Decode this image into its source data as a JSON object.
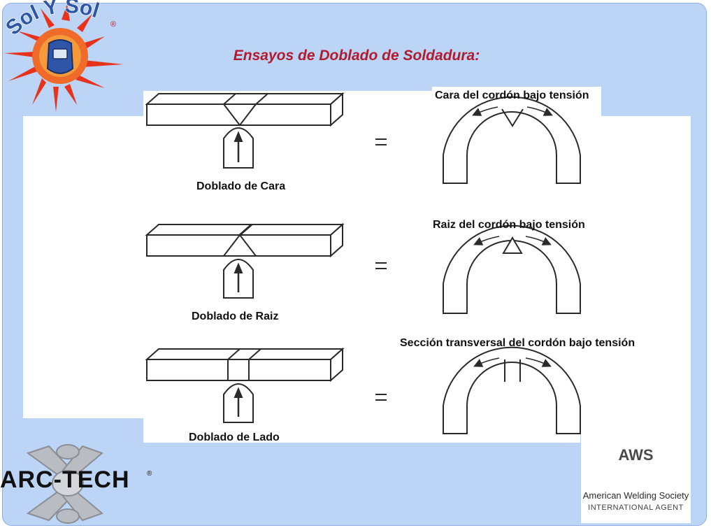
{
  "title": "Ensayos de Doblado de Soldadura:",
  "tests": [
    {
      "name": "Doblado de Cara",
      "result": "Cara del cordón bajo tensión"
    },
    {
      "name": "Doblado de Raiz",
      "result": "Raiz del cordón bajo tensión"
    },
    {
      "name": "Doblado de Lado",
      "result": "Sección transversal del cordón bajo tensión"
    }
  ],
  "equals": "=",
  "logos": {
    "solysol": "Sol Y Sol",
    "registered": "®",
    "arctech": "ARC-TECH",
    "aws_mark": "AWS",
    "aws_name": "American Welding Society",
    "aws_agent": "INTERNATIONAL AGENT"
  },
  "colors": {
    "title": "#b01c2e",
    "background": "#bcd4f6",
    "line": "#2a2a2a"
  }
}
